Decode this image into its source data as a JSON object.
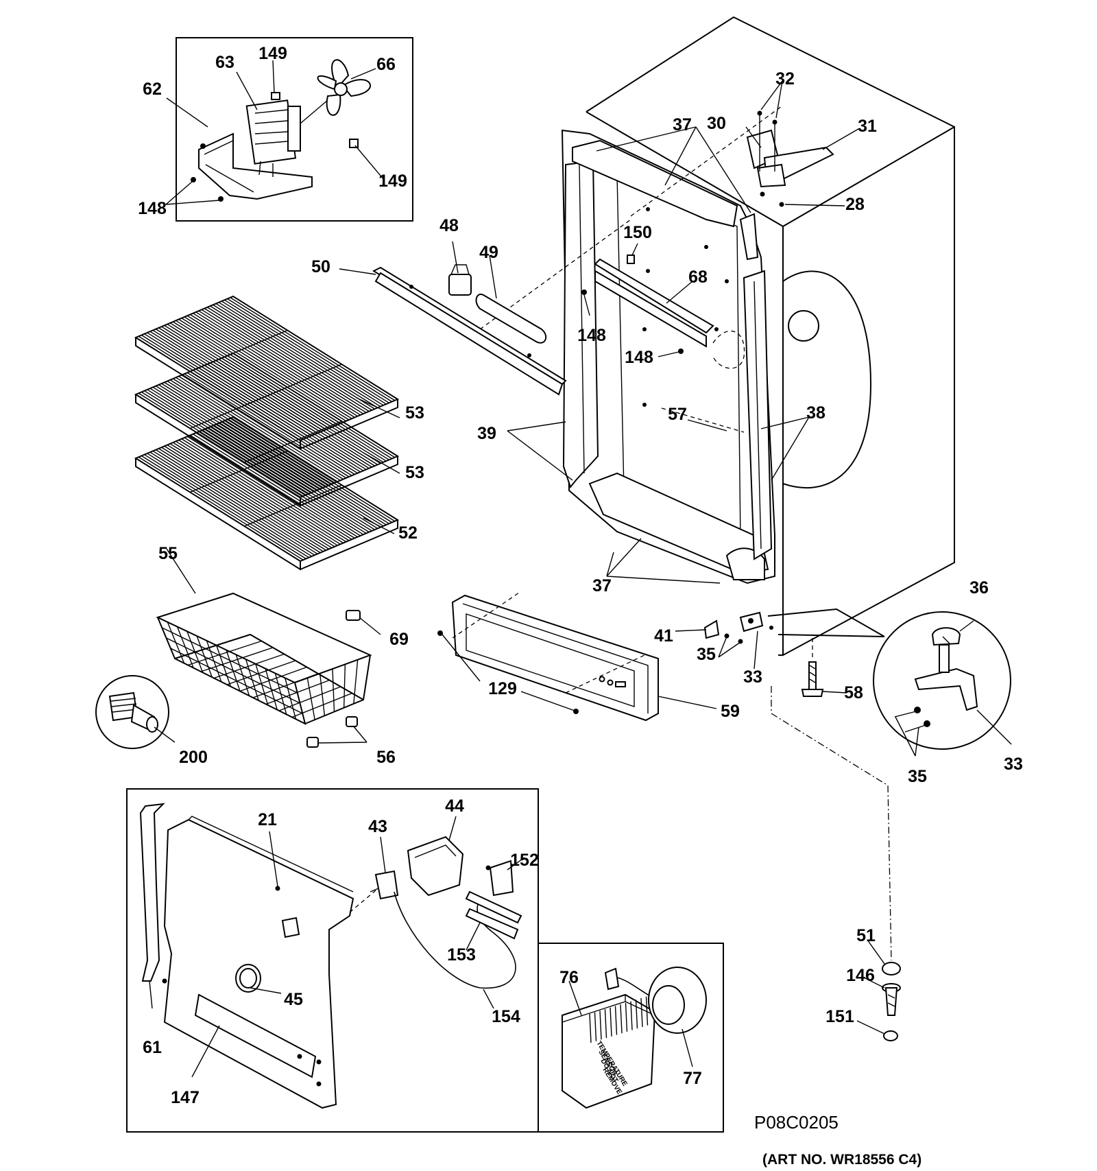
{
  "diagram": {
    "code": "P08C0205",
    "art_number": "(ART NO. WR18556 C4)",
    "sensor_text": [
      "TEMPERATURE",
      "SENSOR",
      "DO NOT",
      "REMOVE"
    ],
    "parts": [
      "21",
      "28",
      "30",
      "31",
      "32",
      "33",
      "35",
      "36",
      "37",
      "38",
      "39",
      "41",
      "43",
      "44",
      "45",
      "48",
      "49",
      "50",
      "51",
      "52",
      "53",
      "55",
      "56",
      "57",
      "58",
      "59",
      "61",
      "62",
      "63",
      "66",
      "68",
      "69",
      "76",
      "77",
      "129",
      "146",
      "147",
      "148",
      "149",
      "150",
      "151",
      "152",
      "153",
      "154",
      "200"
    ]
  }
}
